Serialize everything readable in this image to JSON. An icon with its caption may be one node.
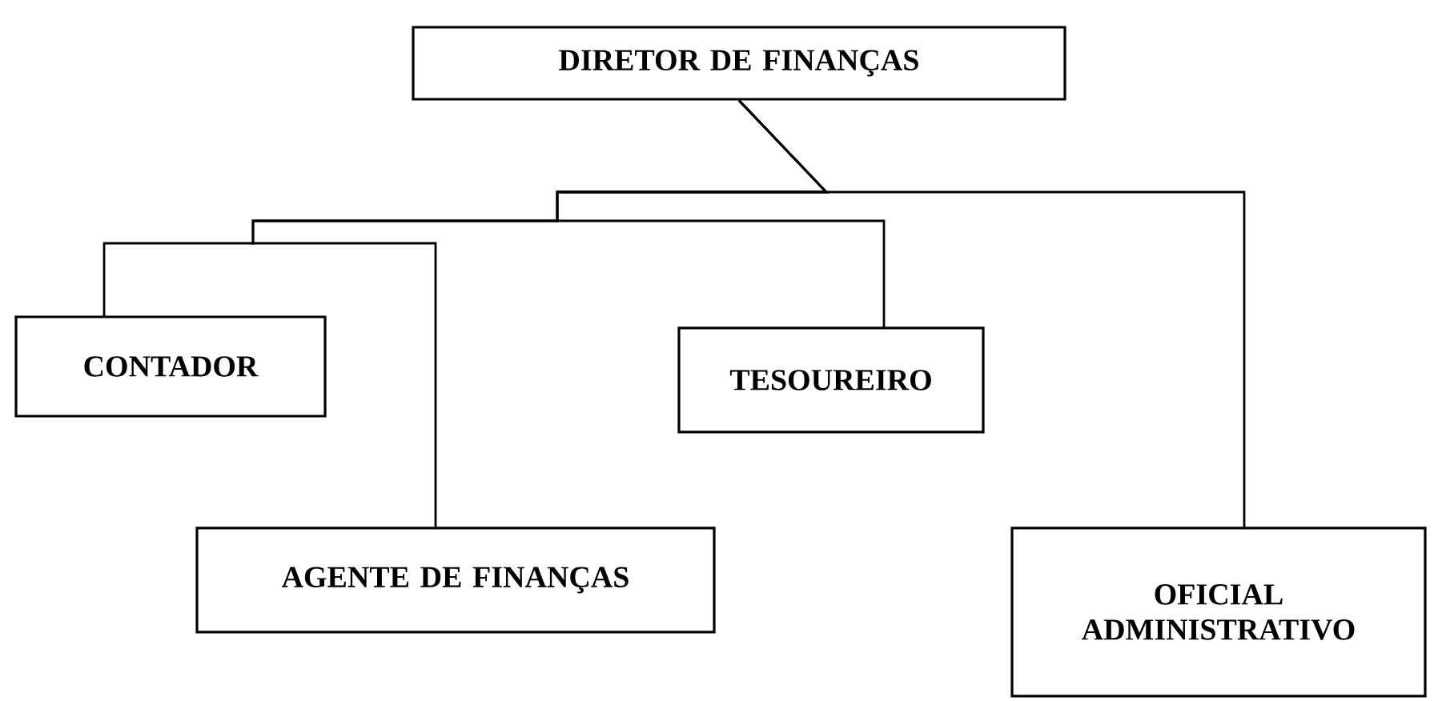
{
  "diagram": {
    "nodes": [
      {
        "text": [
          "DIRETOR DE FINANÇAS"
        ]
      },
      {
        "text": [
          "CONTADOR"
        ]
      },
      {
        "text": [
          "TESOUREIRO"
        ]
      },
      {
        "text": [
          "AGENTE DE FINANÇAS"
        ]
      },
      {
        "text": [
          "OFICIAL ADMINISTRATIVO"
        ]
      }
    ],
    "edges": [
      {
        "from": 0,
        "to": 1,
        "arrow": "none"
      },
      {
        "from": 0,
        "to": 2,
        "arrow": "none"
      },
      {
        "from": 0,
        "to": 3,
        "arrow": "none"
      },
      {
        "from": 0,
        "to": 4,
        "arrow": "none"
      }
    ]
  }
}
